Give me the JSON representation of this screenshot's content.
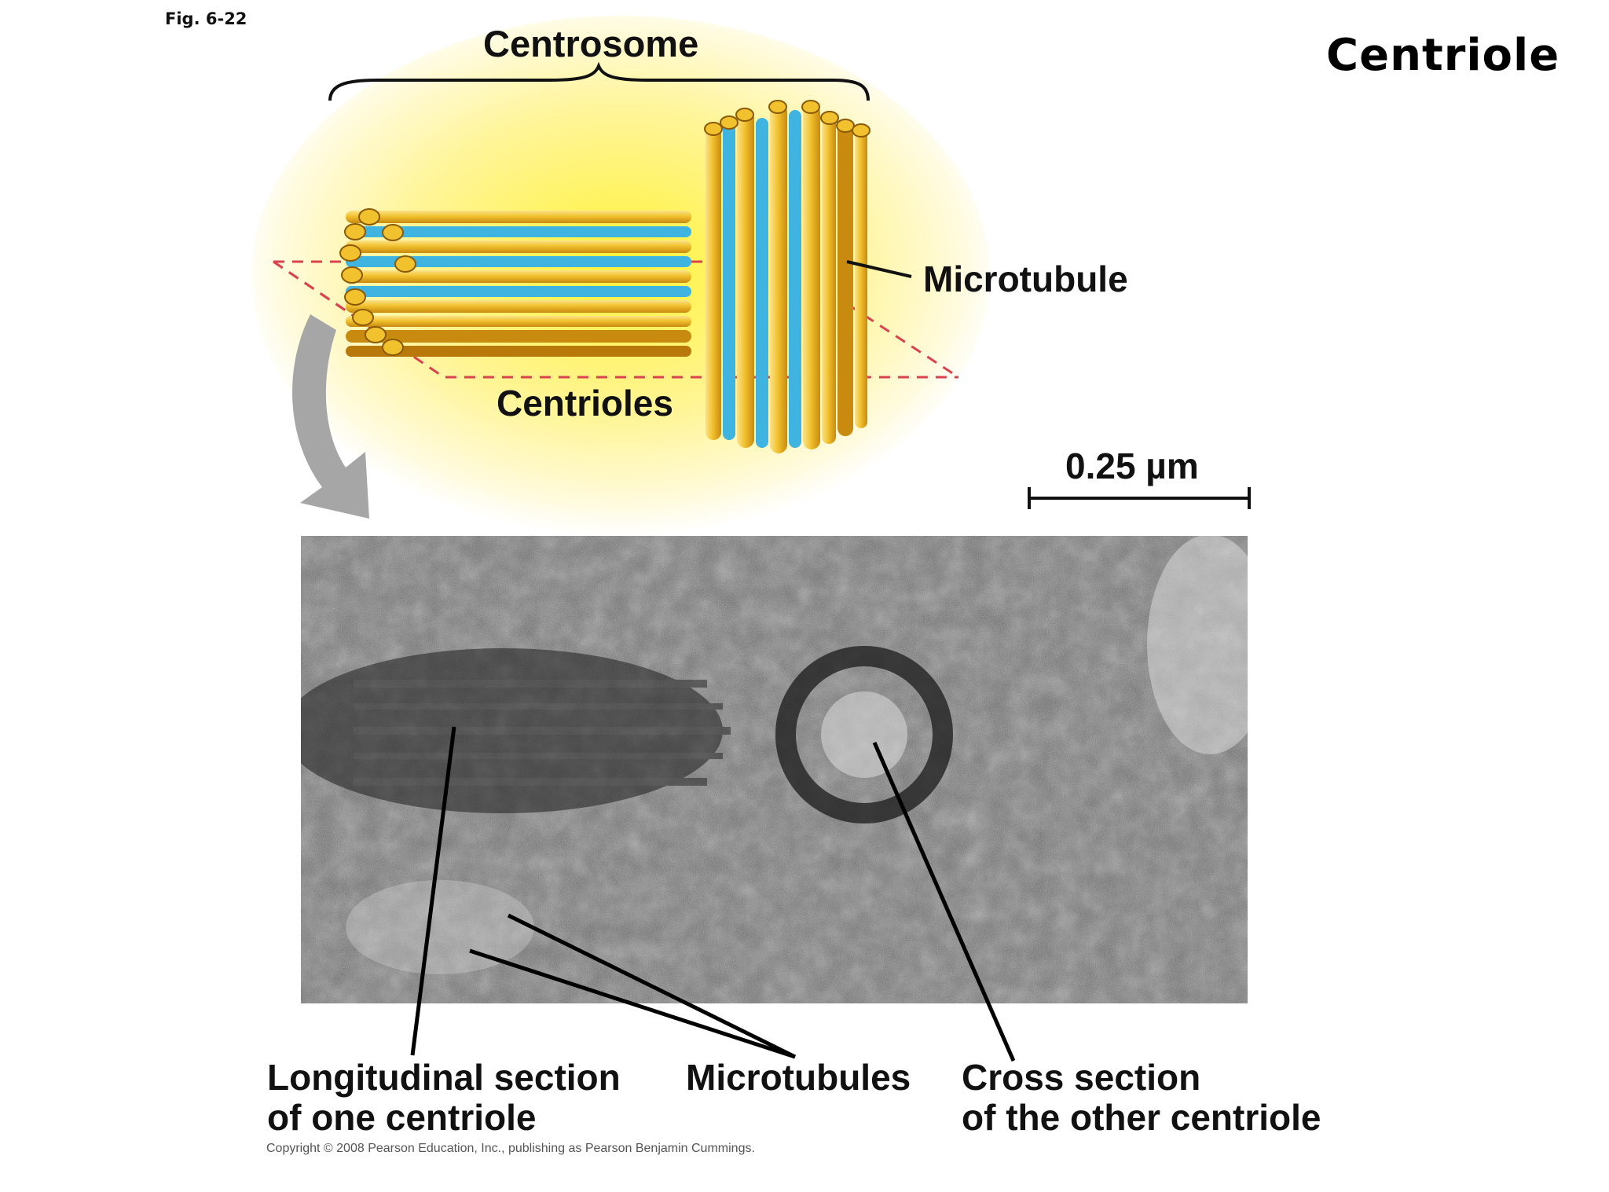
{
  "figure_number": "Fig. 6-22",
  "title": "Centriole",
  "labels": {
    "centrosome": "Centrosome",
    "microtubule": "Microtubule",
    "centrioles": "Centrioles",
    "scale_bar": "0.25 µm",
    "longitudinal_section": [
      "Longitudinal section",
      "of one centriole"
    ],
    "microtubules": "Microtubules",
    "cross_section": [
      "Cross section",
      "of the other centriole"
    ]
  },
  "copyright": "Copyright © 2008 Pearson Education, Inc., publishing as Pearson Benjamin Cummings.",
  "colors": {
    "glow": "#fff27a",
    "tube_yellow": "#f2c12e",
    "tube_blue": "#3fb4e0",
    "plane_dash": "#d9434e",
    "arrow_gray": "#a6a6a6"
  }
}
